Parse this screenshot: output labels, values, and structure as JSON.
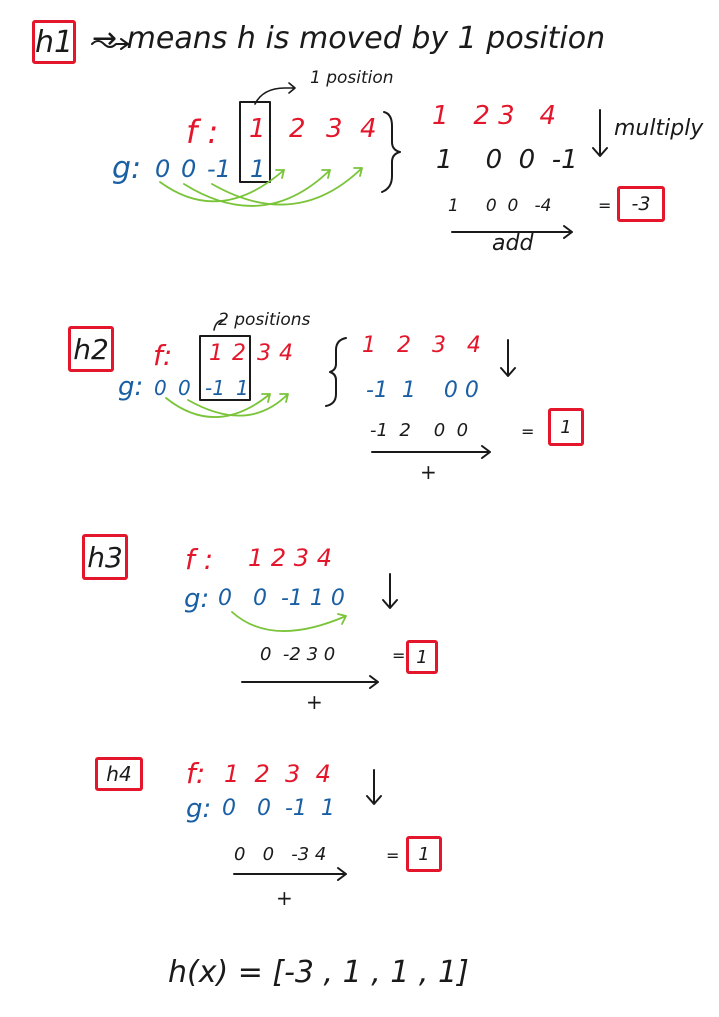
{
  "header": {
    "label": "h1",
    "text": "→ means h is moved by 1 position"
  },
  "s1": {
    "shift_note": "1 position",
    "f_label": "f :",
    "f_values": [
      "1",
      "2",
      "3",
      "4"
    ],
    "g_label": "g:",
    "g_values": [
      "0",
      "0",
      "-1",
      "1"
    ],
    "top_row": "1   2 3   4",
    "bottom_row": "1    0  0  -1",
    "multiply": "multiply",
    "products": "1     0  0   -4",
    "equals": "=",
    "result": "-3",
    "add": "add"
  },
  "s2": {
    "label": "h2",
    "shift_note": "2 positions",
    "f_label": "f:",
    "f_values": [
      "1",
      "2",
      "3",
      "4"
    ],
    "g_label": "g:",
    "g_values": [
      "0",
      "0",
      "-1",
      "1"
    ],
    "top_row": "1   2   3   4",
    "bottom_row": "-1  1    0 0",
    "products": "-1  2    0  0",
    "equals": "=",
    "result": "1",
    "plus": "+"
  },
  "s3": {
    "label": "h3",
    "f_label": "f :",
    "f_values": "1 2 3 4",
    "g_label": "g:",
    "g_values": "0   0  -1 1 0",
    "products": "0  -2 3 0",
    "equals": "=",
    "result": "1",
    "plus": "+"
  },
  "s4": {
    "label": "h4",
    "f_label": "f:",
    "f_values": "1  2  3  4",
    "g_label": "g:",
    "g_values": "0   0  -1  1",
    "products": "0   0   -3 4",
    "equals": "=",
    "result": "1",
    "plus": "+"
  },
  "final": {
    "text": "h(x) = [-3 , 1 , 1 , 1]"
  },
  "colors": {
    "ink": "#1a1a1a",
    "red": "#e3162b",
    "blue": "#1a5fa3",
    "green": "#7ac43a"
  }
}
